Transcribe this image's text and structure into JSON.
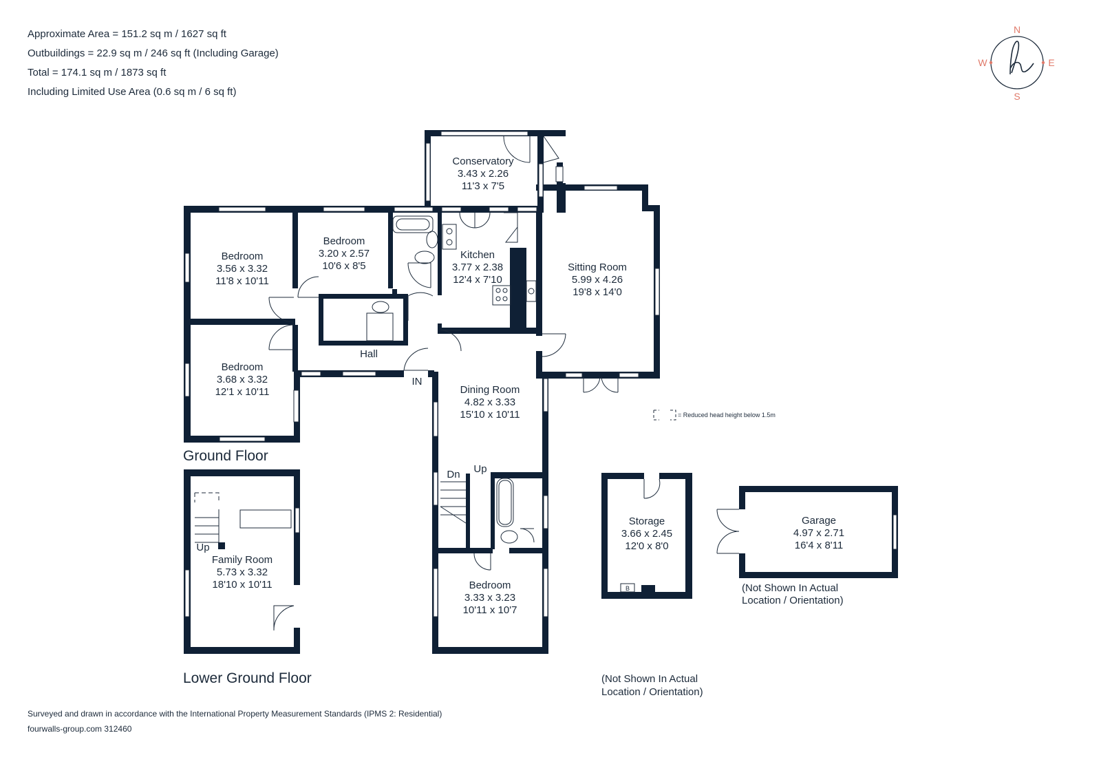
{
  "header": {
    "approx_area": "Approximate Area = 151.2 sq m / 1627 sq ft",
    "outbuildings": "Outbuildings = 22.9 sq m / 246 sq ft (Including Garage)",
    "total": "Total = 174.1 sq m / 1873 sq ft",
    "limited_use": "Including Limited Use Area (0.6 sq m / 6 sq ft)"
  },
  "compass": {
    "n": "N",
    "s": "S",
    "e": "E",
    "w": "W",
    "logo": "h",
    "accent_color": "#e07a6a"
  },
  "floors": {
    "ground": "Ground Floor",
    "lower_ground": "Lower Ground Floor"
  },
  "rooms": {
    "conservatory": {
      "name": "Conservatory",
      "metric": "3.43 x 2.26",
      "imperial": "11'3 x 7'5"
    },
    "bedroom1": {
      "name": "Bedroom",
      "metric": "3.56 x 3.32",
      "imperial": "11'8 x 10'11"
    },
    "bedroom2": {
      "name": "Bedroom",
      "metric": "3.20 x 2.57",
      "imperial": "10'6 x 8'5"
    },
    "kitchen": {
      "name": "Kitchen",
      "metric": "3.77 x 2.38",
      "imperial": "12'4 x 7'10"
    },
    "sitting": {
      "name": "Sitting Room",
      "metric": "5.99 x 4.26",
      "imperial": "19'8 x 14'0"
    },
    "bedroom3": {
      "name": "Bedroom",
      "metric": "3.68 x 3.32",
      "imperial": "12'1 x 10'11"
    },
    "hall": {
      "name": "Hall"
    },
    "dining": {
      "name": "Dining Room",
      "metric": "4.82 x 3.33",
      "imperial": "15'10 x 10'11"
    },
    "family": {
      "name": "Family Room",
      "metric": "5.73 x 3.32",
      "imperial": "18'10 x 10'11"
    },
    "bedroom4": {
      "name": "Bedroom",
      "metric": "3.33 x 3.23",
      "imperial": "10'11 x 10'7"
    },
    "storage": {
      "name": "Storage",
      "metric": "3.66 x 2.45",
      "imperial": "12'0 x 8'0"
    },
    "garage": {
      "name": "Garage",
      "metric": "4.97 x 2.71",
      "imperial": "16'4 x 8'11"
    }
  },
  "markers": {
    "in": "IN",
    "dn": "Dn",
    "up": "Up",
    "up2": "Up",
    "boiler": "B"
  },
  "legend": {
    "reduced_height": "= Reduced head height below 1.5m"
  },
  "notes": {
    "garage_line1": "(Not Shown In Actual",
    "garage_line2": "Location / Orientation)",
    "storage_line1": "(Not Shown In Actual",
    "storage_line2": "Location / Orientation)"
  },
  "footer": {
    "standards": "Surveyed and drawn in accordance with the International Property Measurement Standards (IPMS 2: Residential)",
    "reference": "fourwalls-group.com 312460"
  },
  "colors": {
    "wall": "#0f2035",
    "text": "#1c2a3a"
  }
}
